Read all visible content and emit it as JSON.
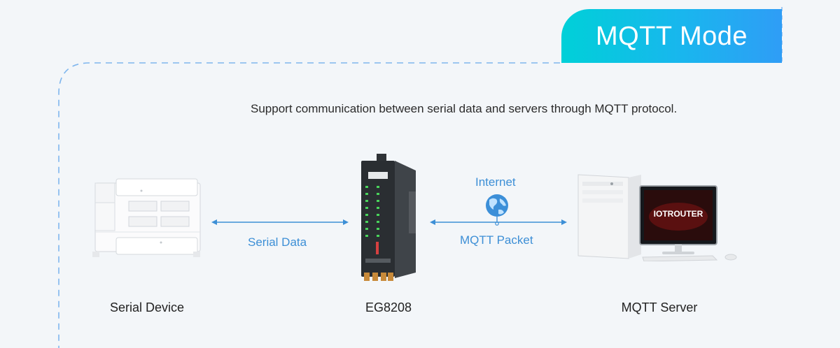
{
  "mode_title": "MQTT Mode",
  "subtitle": "Support communication between serial data and servers through MQTT protocol.",
  "links": {
    "serial_data": "Serial Data",
    "internet": "Internet",
    "mqtt_packet": "MQTT Packet"
  },
  "devices": {
    "serial_device": "Serial Device",
    "gateway": "EG8208",
    "server": "MQTT Server"
  },
  "brand": {
    "logo_text": "IOTROUTER"
  },
  "colors": {
    "accent_blue": "#3d8fd6",
    "tab_start": "#00d0d8",
    "tab_end": "#2f9df6",
    "dashed_line": "#7fb6ee"
  }
}
